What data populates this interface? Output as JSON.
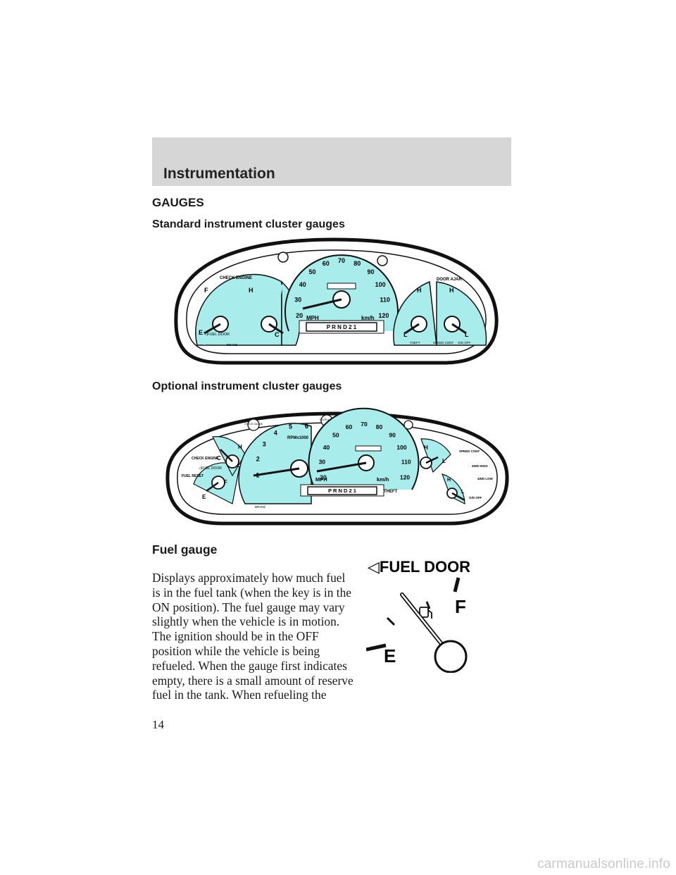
{
  "header": {
    "title": "Instrumentation"
  },
  "section": {
    "heading": "GAUGES",
    "standard_caption": "Standard instrument cluster gauges",
    "optional_caption": "Optional instrument cluster gauges",
    "fuel_heading": "Fuel gauge",
    "fuel_body": "Displays approximately how much fuel is in the fuel tank (when the key is in the ON position). The fuel gauge may vary slightly when the vehicle is in motion. The ignition should be in the OFF position while the vehicle is being refueled. When the gauge first indicates empty, there is a small amount of reserve fuel in the tank. When refueling the"
  },
  "standard_cluster": {
    "check_engine": "CHECK ENGINE",
    "fuel_door": "◁FUEL DOOR",
    "brake": "BRAKE",
    "door_ajar": "DOOR AJAR",
    "theft": "THEFT",
    "speed_cont": "SPEED CONT",
    "od_off": "O/D OFF",
    "fuel_f": "F",
    "fuel_e": "E",
    "temp_h": "H",
    "temp_c": "C",
    "oil_h": "H",
    "oil_l": "L",
    "batt_h": "H",
    "batt_l": "L",
    "speed_labels": [
      "20",
      "30",
      "40",
      "50",
      "60",
      "70",
      "80",
      "90",
      "100",
      "110",
      "120"
    ],
    "mph": "MPH",
    "kmh": "km/h",
    "prndl": "P R N D 2 1"
  },
  "optional_cluster": {
    "check_engine": "CHECK ENGINE",
    "fuel_door": "◁FUEL DOOR",
    "fuel_reset": "FUEL RESET",
    "brake": "BRAKE",
    "door_ajar": "DOOR AJAR",
    "check_gauge": "CHECK GAUGE",
    "theft": "THEFT",
    "speed_cont": "SPEED CONT",
    "4wd_high": "4WD HIGH",
    "4wd_low": "4WD LOW",
    "od_off": "O/D OFF",
    "rpm_labels": [
      "1",
      "2",
      "3",
      "4",
      "5",
      "6"
    ],
    "rpm_unit": "RPMx1000",
    "speed_labels": [
      "20",
      "30",
      "40",
      "50",
      "60",
      "70",
      "80",
      "90",
      "100",
      "110",
      "120"
    ],
    "mph": "MPH",
    "kmh": "km/h",
    "prndl": "P R N D 2 1",
    "fuel_f": "F",
    "fuel_e": "E",
    "temp_h": "H",
    "temp_c": "C",
    "oil_h": "H",
    "oil_l": "L",
    "batt_h": "H",
    "batt_l": "L"
  },
  "fuel_gauge_figure": {
    "label": "◁FUEL DOOR",
    "full": "F",
    "empty": "E"
  },
  "page": {
    "number": "14"
  },
  "footer": {
    "url": "carmanualsonline.info"
  },
  "colors": {
    "gauge_fill": "#a8ecec",
    "banner": "#d6d6d6"
  }
}
